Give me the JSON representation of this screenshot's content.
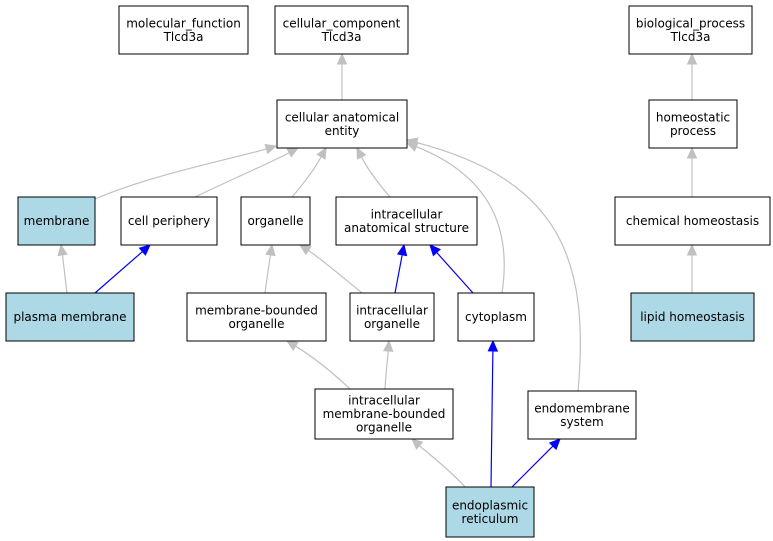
{
  "colors": {
    "highlight_fill": "#add8e6",
    "plain_fill": "#ffffff",
    "edge_gray": "#c0c0c0",
    "edge_blue": "#0000ff"
  },
  "nodes": [
    {
      "id": "molecular_function",
      "lines": [
        "molecular_function",
        "Tlcd3a"
      ],
      "highlight": false
    },
    {
      "id": "cellular_component",
      "lines": [
        "cellular_component",
        "Tlcd3a"
      ],
      "highlight": false
    },
    {
      "id": "biological_process",
      "lines": [
        "biological_process",
        "Tlcd3a"
      ],
      "highlight": false
    },
    {
      "id": "cellular_anatomical_entity",
      "lines": [
        "cellular anatomical",
        "entity"
      ],
      "highlight": false
    },
    {
      "id": "homeostatic_process",
      "lines": [
        "homeostatic",
        "process"
      ],
      "highlight": false
    },
    {
      "id": "membrane",
      "lines": [
        "membrane"
      ],
      "highlight": true
    },
    {
      "id": "cell_periphery",
      "lines": [
        "cell periphery"
      ],
      "highlight": false
    },
    {
      "id": "organelle",
      "lines": [
        "organelle"
      ],
      "highlight": false
    },
    {
      "id": "intracellular_anatomical_structure",
      "lines": [
        "intracellular",
        "anatomical structure"
      ],
      "highlight": false
    },
    {
      "id": "chemical_homeostasis",
      "lines": [
        "chemical homeostasis"
      ],
      "highlight": false
    },
    {
      "id": "plasma_membrane",
      "lines": [
        "plasma membrane"
      ],
      "highlight": true
    },
    {
      "id": "membrane_bounded_organelle",
      "lines": [
        "membrane-bounded",
        "organelle"
      ],
      "highlight": false
    },
    {
      "id": "intracellular_organelle",
      "lines": [
        "intracellular",
        "organelle"
      ],
      "highlight": false
    },
    {
      "id": "cytoplasm",
      "lines": [
        "cytoplasm"
      ],
      "highlight": false
    },
    {
      "id": "lipid_homeostasis",
      "lines": [
        "lipid homeostasis"
      ],
      "highlight": true
    },
    {
      "id": "intracellular_membrane_bounded_organelle",
      "lines": [
        "intracellular",
        "membrane-bounded",
        "organelle"
      ],
      "highlight": false
    },
    {
      "id": "endomembrane_system",
      "lines": [
        "endomembrane",
        "system"
      ],
      "highlight": false
    },
    {
      "id": "endoplasmic_reticulum",
      "lines": [
        "endoplasmic",
        "reticulum"
      ],
      "highlight": true
    }
  ],
  "edges": [
    {
      "from": "cellular_anatomical_entity",
      "to": "cellular_component",
      "color": "gray"
    },
    {
      "from": "homeostatic_process",
      "to": "biological_process",
      "color": "gray"
    },
    {
      "from": "chemical_homeostasis",
      "to": "homeostatic_process",
      "color": "gray"
    },
    {
      "from": "lipid_homeostasis",
      "to": "chemical_homeostasis",
      "color": "gray"
    },
    {
      "from": "membrane",
      "to": "cellular_anatomical_entity",
      "color": "gray"
    },
    {
      "from": "cell_periphery",
      "to": "cellular_anatomical_entity",
      "color": "gray"
    },
    {
      "from": "organelle",
      "to": "cellular_anatomical_entity",
      "color": "gray"
    },
    {
      "from": "intracellular_anatomical_structure",
      "to": "cellular_anatomical_entity",
      "color": "gray"
    },
    {
      "from": "cytoplasm",
      "to": "cellular_anatomical_entity",
      "color": "gray"
    },
    {
      "from": "endomembrane_system",
      "to": "cellular_anatomical_entity",
      "color": "gray"
    },
    {
      "from": "plasma_membrane",
      "to": "membrane",
      "color": "gray"
    },
    {
      "from": "plasma_membrane",
      "to": "cell_periphery",
      "color": "blue"
    },
    {
      "from": "membrane_bounded_organelle",
      "to": "organelle",
      "color": "gray"
    },
    {
      "from": "intracellular_organelle",
      "to": "organelle",
      "color": "gray"
    },
    {
      "from": "intracellular_organelle",
      "to": "intracellular_anatomical_structure",
      "color": "blue"
    },
    {
      "from": "cytoplasm",
      "to": "intracellular_anatomical_structure",
      "color": "blue"
    },
    {
      "from": "intracellular_membrane_bounded_organelle",
      "to": "membrane_bounded_organelle",
      "color": "gray"
    },
    {
      "from": "intracellular_membrane_bounded_organelle",
      "to": "intracellular_organelle",
      "color": "gray"
    },
    {
      "from": "endoplasmic_reticulum",
      "to": "intracellular_membrane_bounded_organelle",
      "color": "gray"
    },
    {
      "from": "endoplasmic_reticulum",
      "to": "cytoplasm",
      "color": "blue"
    },
    {
      "from": "endoplasmic_reticulum",
      "to": "endomembrane_system",
      "color": "blue"
    }
  ]
}
